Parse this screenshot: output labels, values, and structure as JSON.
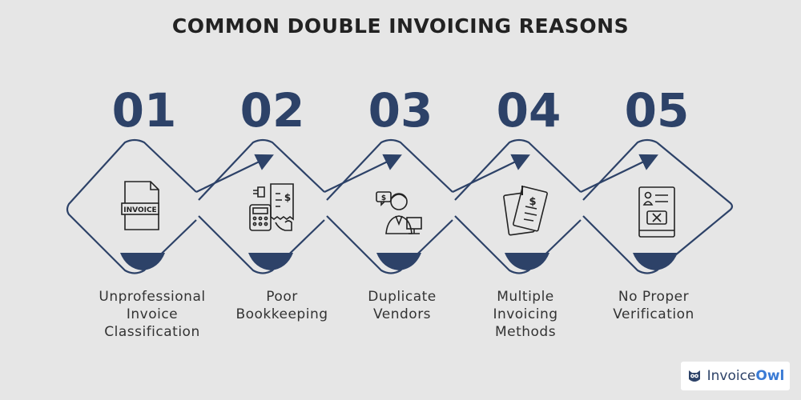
{
  "title": "COMMON DOUBLE INVOICING REASONS",
  "steps": [
    {
      "number": "01",
      "label": "Unprofessional\nInvoice\nClassification",
      "icon": "invoice-icon",
      "icon_text": "INVOICE"
    },
    {
      "number": "02",
      "label": "Poor\nBookkeeping",
      "icon": "bookkeeping-icon"
    },
    {
      "number": "03",
      "label": "Duplicate\nVendors",
      "icon": "vendor-icon"
    },
    {
      "number": "04",
      "label": "Multiple\nInvoicing\nMethods",
      "icon": "documents-icon"
    },
    {
      "number": "05",
      "label": "No Proper\nVerification",
      "icon": "verification-icon"
    }
  ],
  "logo": {
    "part1": "Invoice",
    "part2": "Owl",
    "icon": "owl-icon"
  },
  "colors": {
    "accent": "#2d4268",
    "background": "#e6e6e6"
  }
}
